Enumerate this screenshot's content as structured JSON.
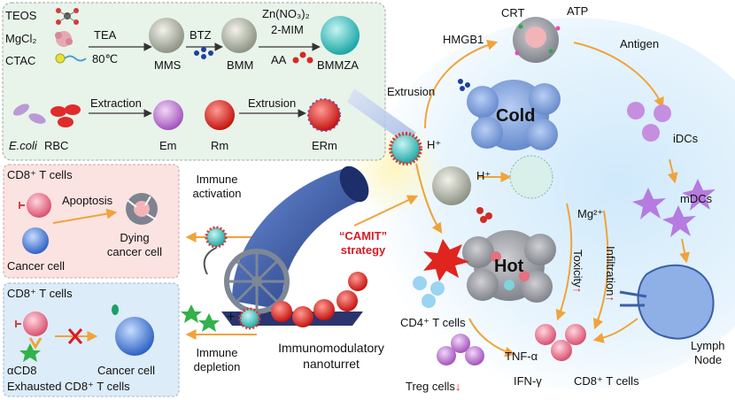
{
  "synthesis": {
    "teos": "TEOS",
    "mgcl2": "MgCl₂",
    "ctac": "CTAC",
    "tea": "TEA",
    "temp": "80℃",
    "mms": "MMS",
    "btz": "BTZ",
    "bmm": "BMM",
    "zn": "Zn(NO₃)₂",
    "mim": "2-MIM",
    "aa": "AA",
    "bmmza": "BMMZA"
  },
  "membrane": {
    "ecoli": "E.coli",
    "rbc": "RBC",
    "extraction": "Extraction",
    "em": "Em",
    "rm": "Rm",
    "extrusion": "Extrusion",
    "erm": "ERm"
  },
  "center": {
    "extrusion": "Extrusion",
    "h_plus": "H⁺",
    "h_plus2": "H⁺",
    "camit": "“CAMIT”",
    "strategy": "strategy",
    "nanoturret_1": "Immunomodulatory",
    "nanoturret_2": "nanoturret",
    "immune_activation_1": "Immune",
    "immune_activation_2": "activation",
    "immune_depletion_1": "Immune",
    "immune_depletion_2": "depletion",
    "plus": "+"
  },
  "panel_activation": {
    "cd8": "CD8⁺ T cells",
    "apoptosis": "Apoptosis",
    "cancer_cell": "Cancer cell",
    "dying_1": "Dying",
    "dying_2": "cancer cell"
  },
  "panel_exhausted": {
    "cd8": "CD8⁺ T cells",
    "acd8": "αCD8",
    "cancer_cell": "Cancer cell",
    "exhausted": "Exhausted CD8⁺ T cells"
  },
  "tme": {
    "crt": "CRT",
    "atp": "ATP",
    "hmgb1": "HMGB1",
    "antigen": "Antigen",
    "cold": "Cold",
    "hot": "Hot",
    "idcs": "iDCs",
    "mdcs": "mDCs",
    "mg": "Mg²⁺",
    "toxicity": "Toxicity",
    "infiltration": "Infiltration",
    "lymph_1": "Lymph",
    "lymph_2": "Node",
    "cd4": "CD4⁺ T cells",
    "treg": "Treg cells",
    "tnf": "TNF-α",
    "ifn": "IFN-γ",
    "cd8": "CD8⁺ T cells"
  },
  "colors": {
    "panel_synthesis": "#e8f3ea",
    "panel_activation": "#fbe3e1",
    "panel_exhausted": "#dcecf8",
    "arrow": "#f0a33a",
    "cannon": "#2e4f9c",
    "red_text": "#d81b24"
  }
}
